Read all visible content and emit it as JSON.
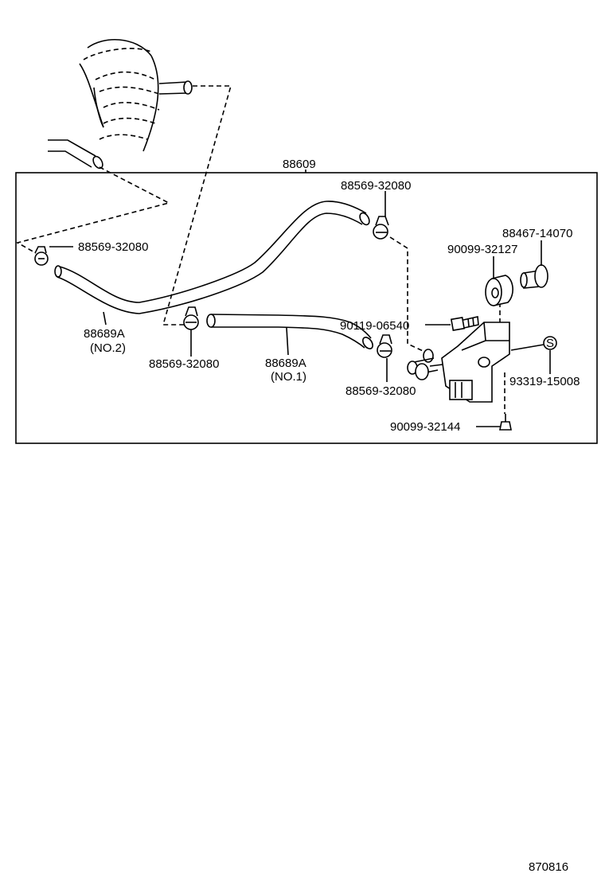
{
  "assembly_number": "88609",
  "drawing_number": "870816",
  "hose_no2": {
    "part": "88689A",
    "sub": "(NO.2)"
  },
  "hose_no1": {
    "part": "88689A",
    "sub": "(NO.1)"
  },
  "clamp_labels": [
    "88569-32080",
    "88569-32080",
    "88569-32080",
    "88569-32080"
  ],
  "bolt_label": "90119-06540",
  "grommet_label": "90099-32127",
  "collar_label": "88467-14070",
  "nut_label": "93319-15008",
  "screw_label": "90099-32144",
  "sticker_mark": "S"
}
